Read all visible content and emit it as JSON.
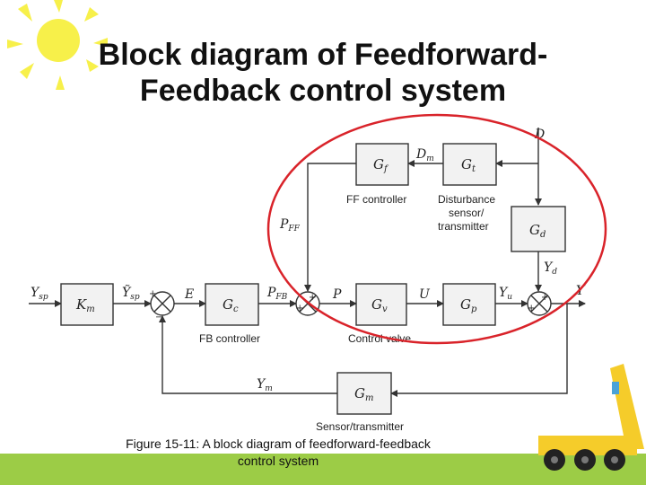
{
  "title": {
    "line1": "Block diagram of Feedforward-",
    "line2": "Feedback control system"
  },
  "caption": {
    "line1": "Figure 15-11: A block diagram of feedforward-feedback",
    "line2": "control system"
  },
  "colors": {
    "sun": "#f7f04a",
    "grass": "#9ccc46",
    "highlight_ellipse": "#d9232a",
    "block_fill": "#f2f2f2"
  },
  "diagram": {
    "blocks": {
      "Km": "K",
      "Km_sub": "m",
      "Gc": "G",
      "Gc_sub": "c",
      "Gv": "G",
      "Gv_sub": "v",
      "Gp": "G",
      "Gp_sub": "p",
      "Gf": "G",
      "Gf_sub": "f",
      "Gt": "G",
      "Gt_sub": "t",
      "Gd": "G",
      "Gd_sub": "d",
      "Gm": "G",
      "Gm_sub": "m"
    },
    "signals": {
      "Ysp": "Y",
      "Ysp_sub": "sp",
      "Ysp_tilde": "Ỹ",
      "Ysp_tilde_sub": "sp",
      "E": "E",
      "PFB": "P",
      "PFB_sub": "FB",
      "PFF": "P",
      "PFF_sub": "FF",
      "P": "P",
      "U": "U",
      "Yu": "Y",
      "Yu_sub": "u",
      "Yd": "Y",
      "Yd_sub": "d",
      "Y": "Y",
      "Ym": "Y",
      "Ym_sub": "m",
      "D": "D",
      "Dm": "D",
      "Dm_sub": "m"
    },
    "labels": {
      "ff_controller": "FF controller",
      "disturbance_line1": "Disturbance",
      "disturbance_line2": "sensor/",
      "disturbance_line3": "transmitter",
      "fb_controller": "FB controller",
      "control_valve": "Control valve",
      "sensor_transmitter": "Sensor/transmitter"
    }
  }
}
